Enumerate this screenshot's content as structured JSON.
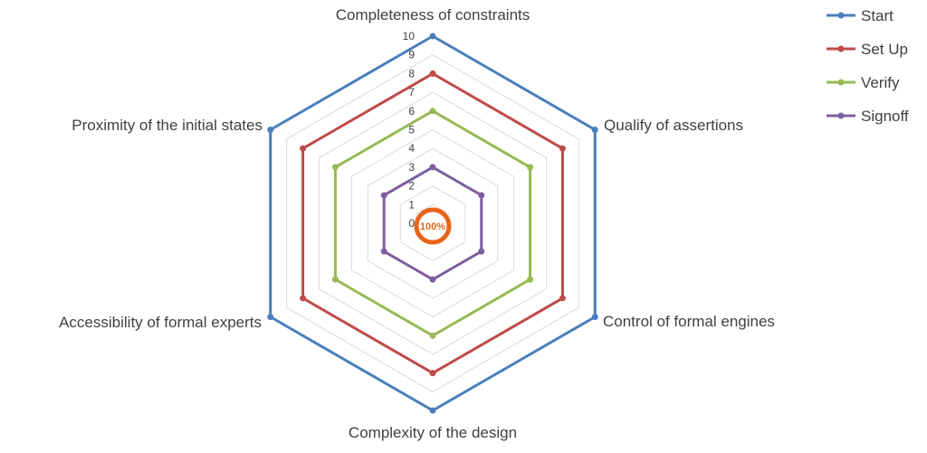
{
  "chart_data": {
    "type": "radar",
    "axes": [
      "Completeness of constraints",
      "Qualify of assertions",
      "Control of formal engines",
      "Complexity of the design",
      "Accessibility of formal experts",
      "Proximity of the initial states"
    ],
    "rlim": [
      0,
      10
    ],
    "ticks": [
      "0",
      "1",
      "2",
      "3",
      "4",
      "5",
      "6",
      "7",
      "8",
      "9",
      "10"
    ],
    "series": [
      {
        "name": "Start",
        "values": [
          10,
          10,
          10,
          10,
          10,
          10
        ],
        "color": "#4a7ebb"
      },
      {
        "name": "Set Up",
        "values": [
          8,
          8,
          8,
          8,
          8,
          8
        ],
        "color": "#be4b48"
      },
      {
        "name": "Verify",
        "values": [
          6,
          6,
          6,
          6,
          6,
          6
        ],
        "color": "#98b954"
      },
      {
        "name": "Signoff",
        "values": [
          3,
          3,
          3,
          3,
          3,
          3
        ],
        "color": "#7d5fa0"
      }
    ],
    "grid": true,
    "legend": "top-right"
  },
  "badge": {
    "text": "100%",
    "color": "#e8641a"
  }
}
